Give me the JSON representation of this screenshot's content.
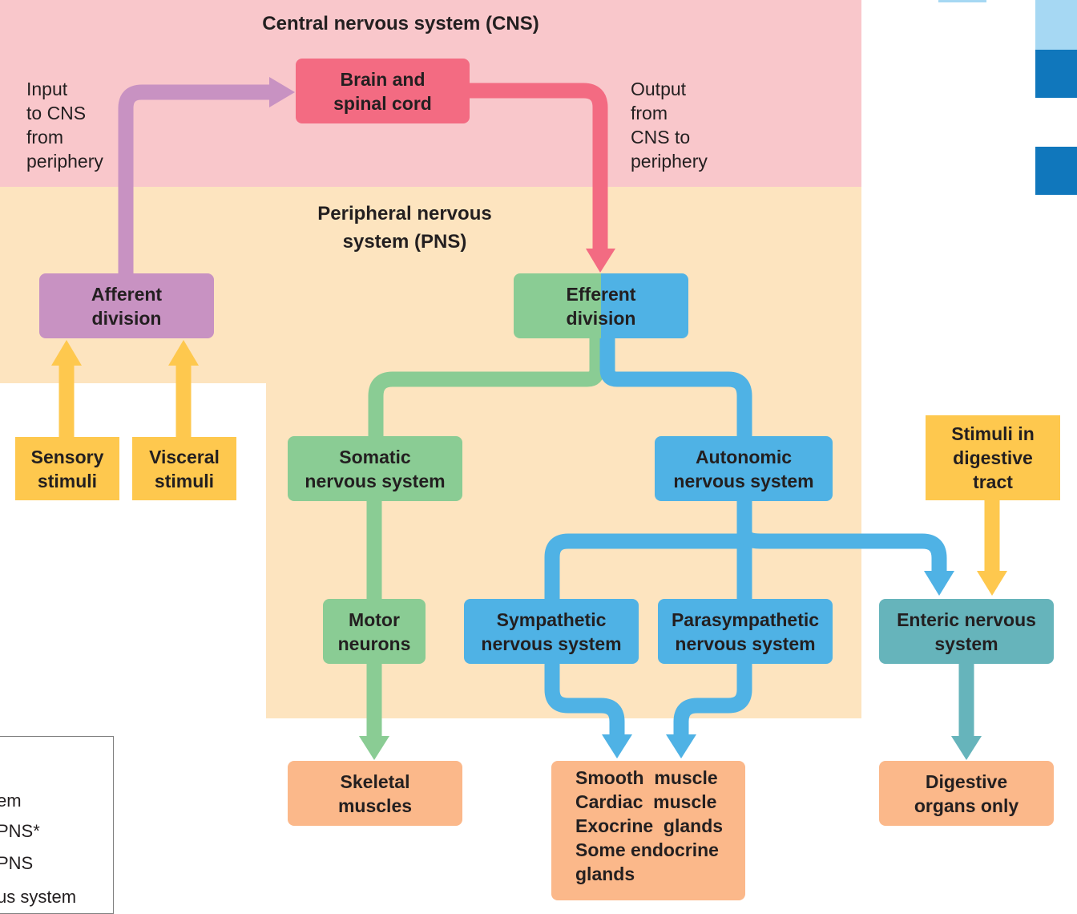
{
  "colors": {
    "cns_background": "#f9c7cb",
    "pns_background": "#fde4bf",
    "afferent": "#c892c2",
    "cns_box": "#f36b82",
    "somatic": "#8acc94",
    "autonomic": "#4fb2e5",
    "enteric": "#66b4bb",
    "stimuli": "#fec84e",
    "target": "#fbb88a"
  },
  "regions": {
    "cns_title": "Central nervous system (CNS)",
    "pns_title": "Peripheral nervous\nsystem (PNS)"
  },
  "notes": {
    "input": "Input\nto CNS\nfrom\nperiphery",
    "output": "Output\nfrom\nCNS to\nperiphery"
  },
  "boxes": {
    "brain": "Brain and\nspinal cord",
    "afferent": "Afferent\ndivision",
    "efferent": "Efferent\ndivision",
    "sensory": "Sensory\nstimuli",
    "visceral": "Visceral\nstimuli",
    "somatic": "Somatic\nnervous system",
    "autonomic": "Autonomic\nnervous system",
    "digestive_stimuli": "Stimuli in\ndigestive\ntract",
    "motor": "Motor\nneurons",
    "sympathetic": "Sympathetic\nnervous system",
    "parasympathetic": "Parasympathetic\nnervous system",
    "enteric": "Enteric nervous\nsystem",
    "skeletal": "Skeletal\nmuscles",
    "smooth": "Smooth  muscle\nCardiac  muscle\nExocrine  glands\nSome endocrine\nglands",
    "digestive_organs": "Digestive\norgans only"
  },
  "legend": {
    "items": [
      "em",
      "PNS*",
      "PNS",
      "us system"
    ]
  }
}
